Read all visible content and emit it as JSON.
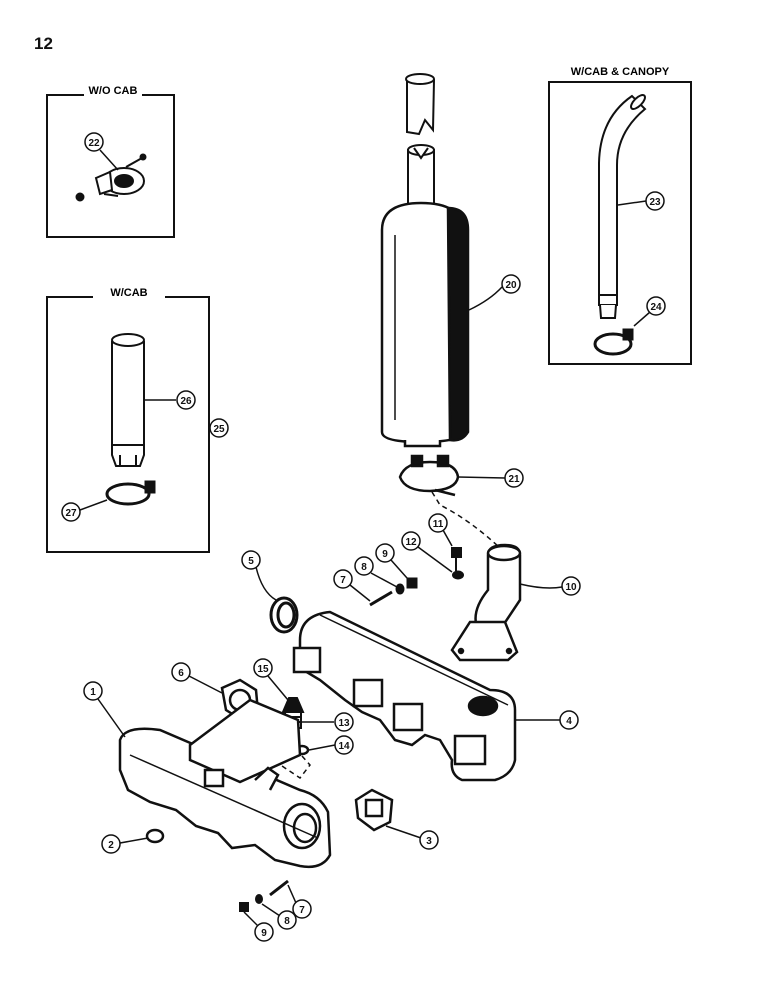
{
  "page_number": "12",
  "boxes": {
    "wo_cab": "W/O CAB",
    "w_cab": "W/CAB",
    "w_cab_canopy": "W/CAB & CANOPY"
  },
  "callouts": {
    "c1": "1",
    "c2": "2",
    "c3": "3",
    "c4": "4",
    "c5": "5",
    "c6": "6",
    "c7a": "7",
    "c7b": "7",
    "c8a": "8",
    "c8b": "8",
    "c9a": "9",
    "c9b": "9",
    "c10": "10",
    "c11": "11",
    "c12": "12",
    "c13": "13",
    "c14": "14",
    "c15": "15",
    "c20": "20",
    "c21": "21",
    "c22": "22",
    "c23": "23",
    "c24": "24",
    "c25": "25",
    "c26": "26",
    "c27": "27"
  }
}
